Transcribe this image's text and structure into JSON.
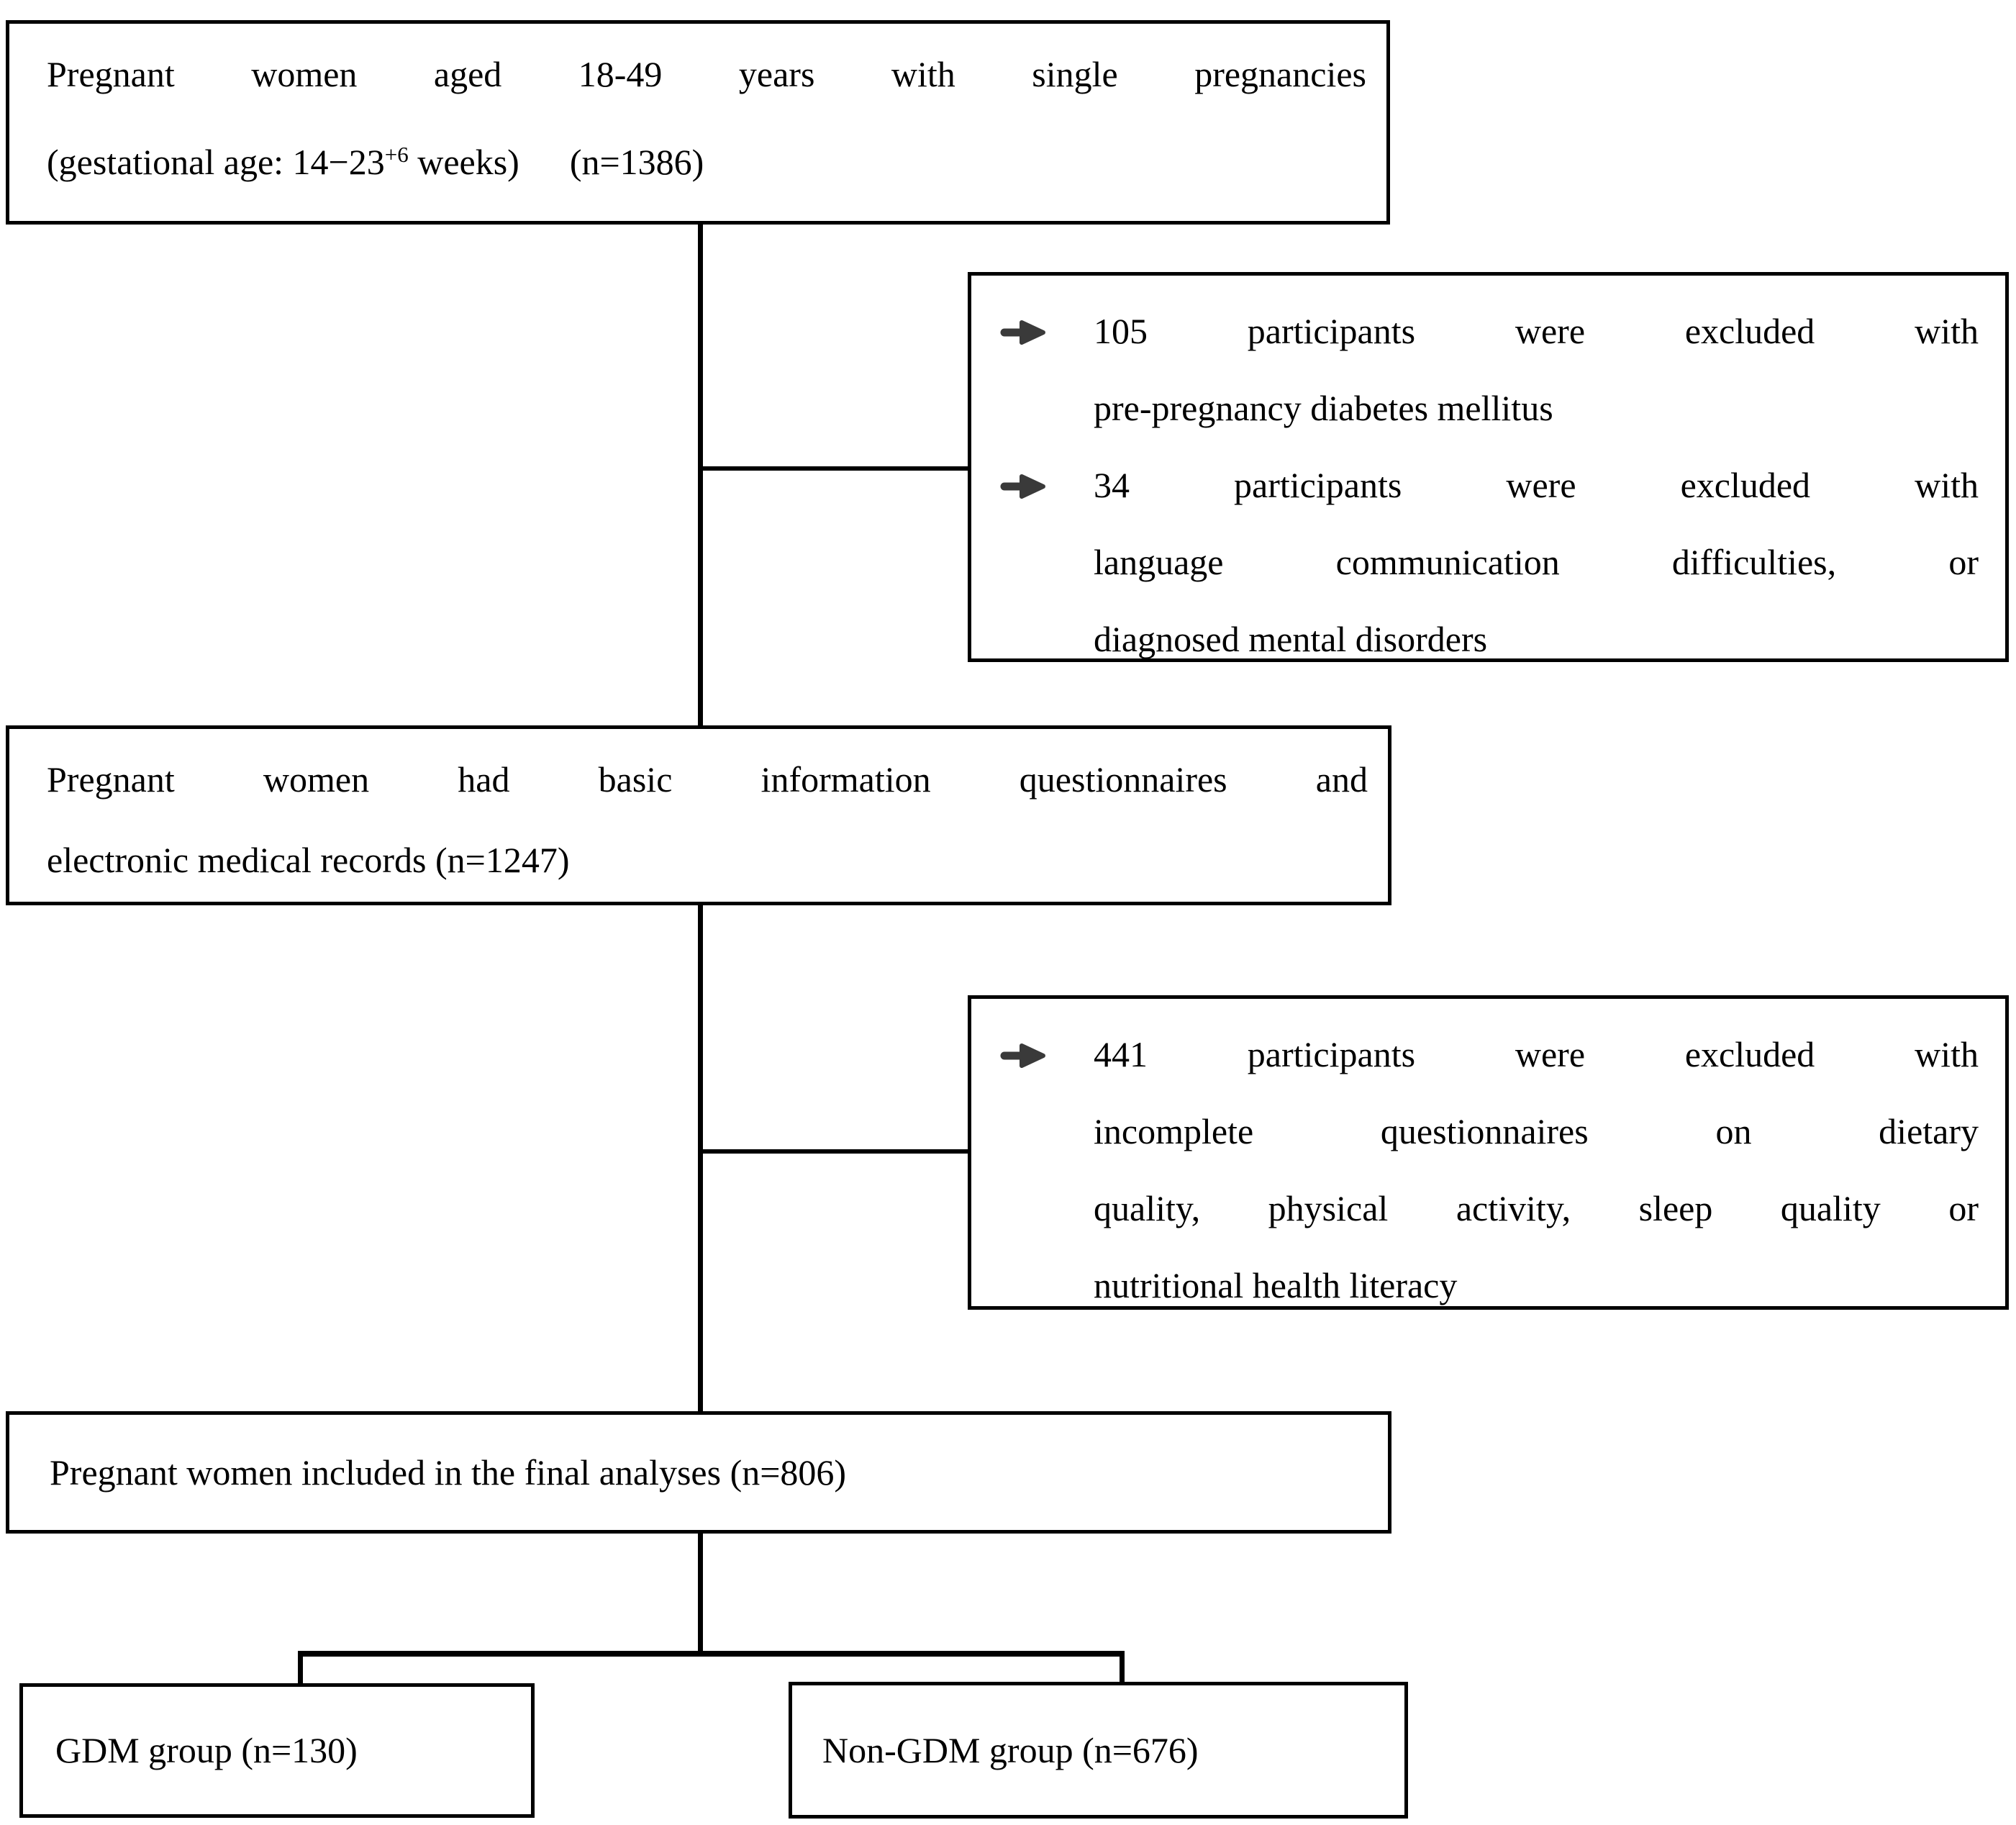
{
  "figure": {
    "type": "flow-diagram",
    "colors": {
      "background": "#ffffff",
      "box_border": "#000000",
      "text": "#000000",
      "arrow_bullet": "#3a3a3a"
    },
    "icons": {
      "bullet": "right-arrow-icon"
    },
    "boxes": {
      "eligibility": {
        "line1": "Pregnant women aged 18-49 years with single pregnancies",
        "line2_prefix": "(gestational age: 14−23",
        "line2_sup": "+6",
        "line2_suffix": " weeks)",
        "line2_n": "(n=1386)"
      },
      "exclusion1": {
        "items": [
          {
            "lines": [
              "105 participants were excluded with",
              "pre-pregnancy diabetes mellitus"
            ]
          },
          {
            "lines": [
              "34 participants were excluded with",
              "language communication difficulties, or",
              "diagnosed mental disorders"
            ]
          }
        ]
      },
      "questionnaires": {
        "lines": [
          "Pregnant women had basic information questionnaires and",
          "electronic medical records (n=1247)"
        ]
      },
      "exclusion2": {
        "items": [
          {
            "lines": [
              "441 participants were excluded with",
              "incomplete questionnaires on dietary",
              "quality, physical activity, sleep quality or",
              "nutritional health literacy"
            ]
          }
        ]
      },
      "final": {
        "text": "Pregnant women included in the final analyses (n=806)"
      },
      "gdm": {
        "text": "GDM group (n=130)"
      },
      "non_gdm": {
        "text": "Non-GDM group (n=676)"
      }
    }
  }
}
